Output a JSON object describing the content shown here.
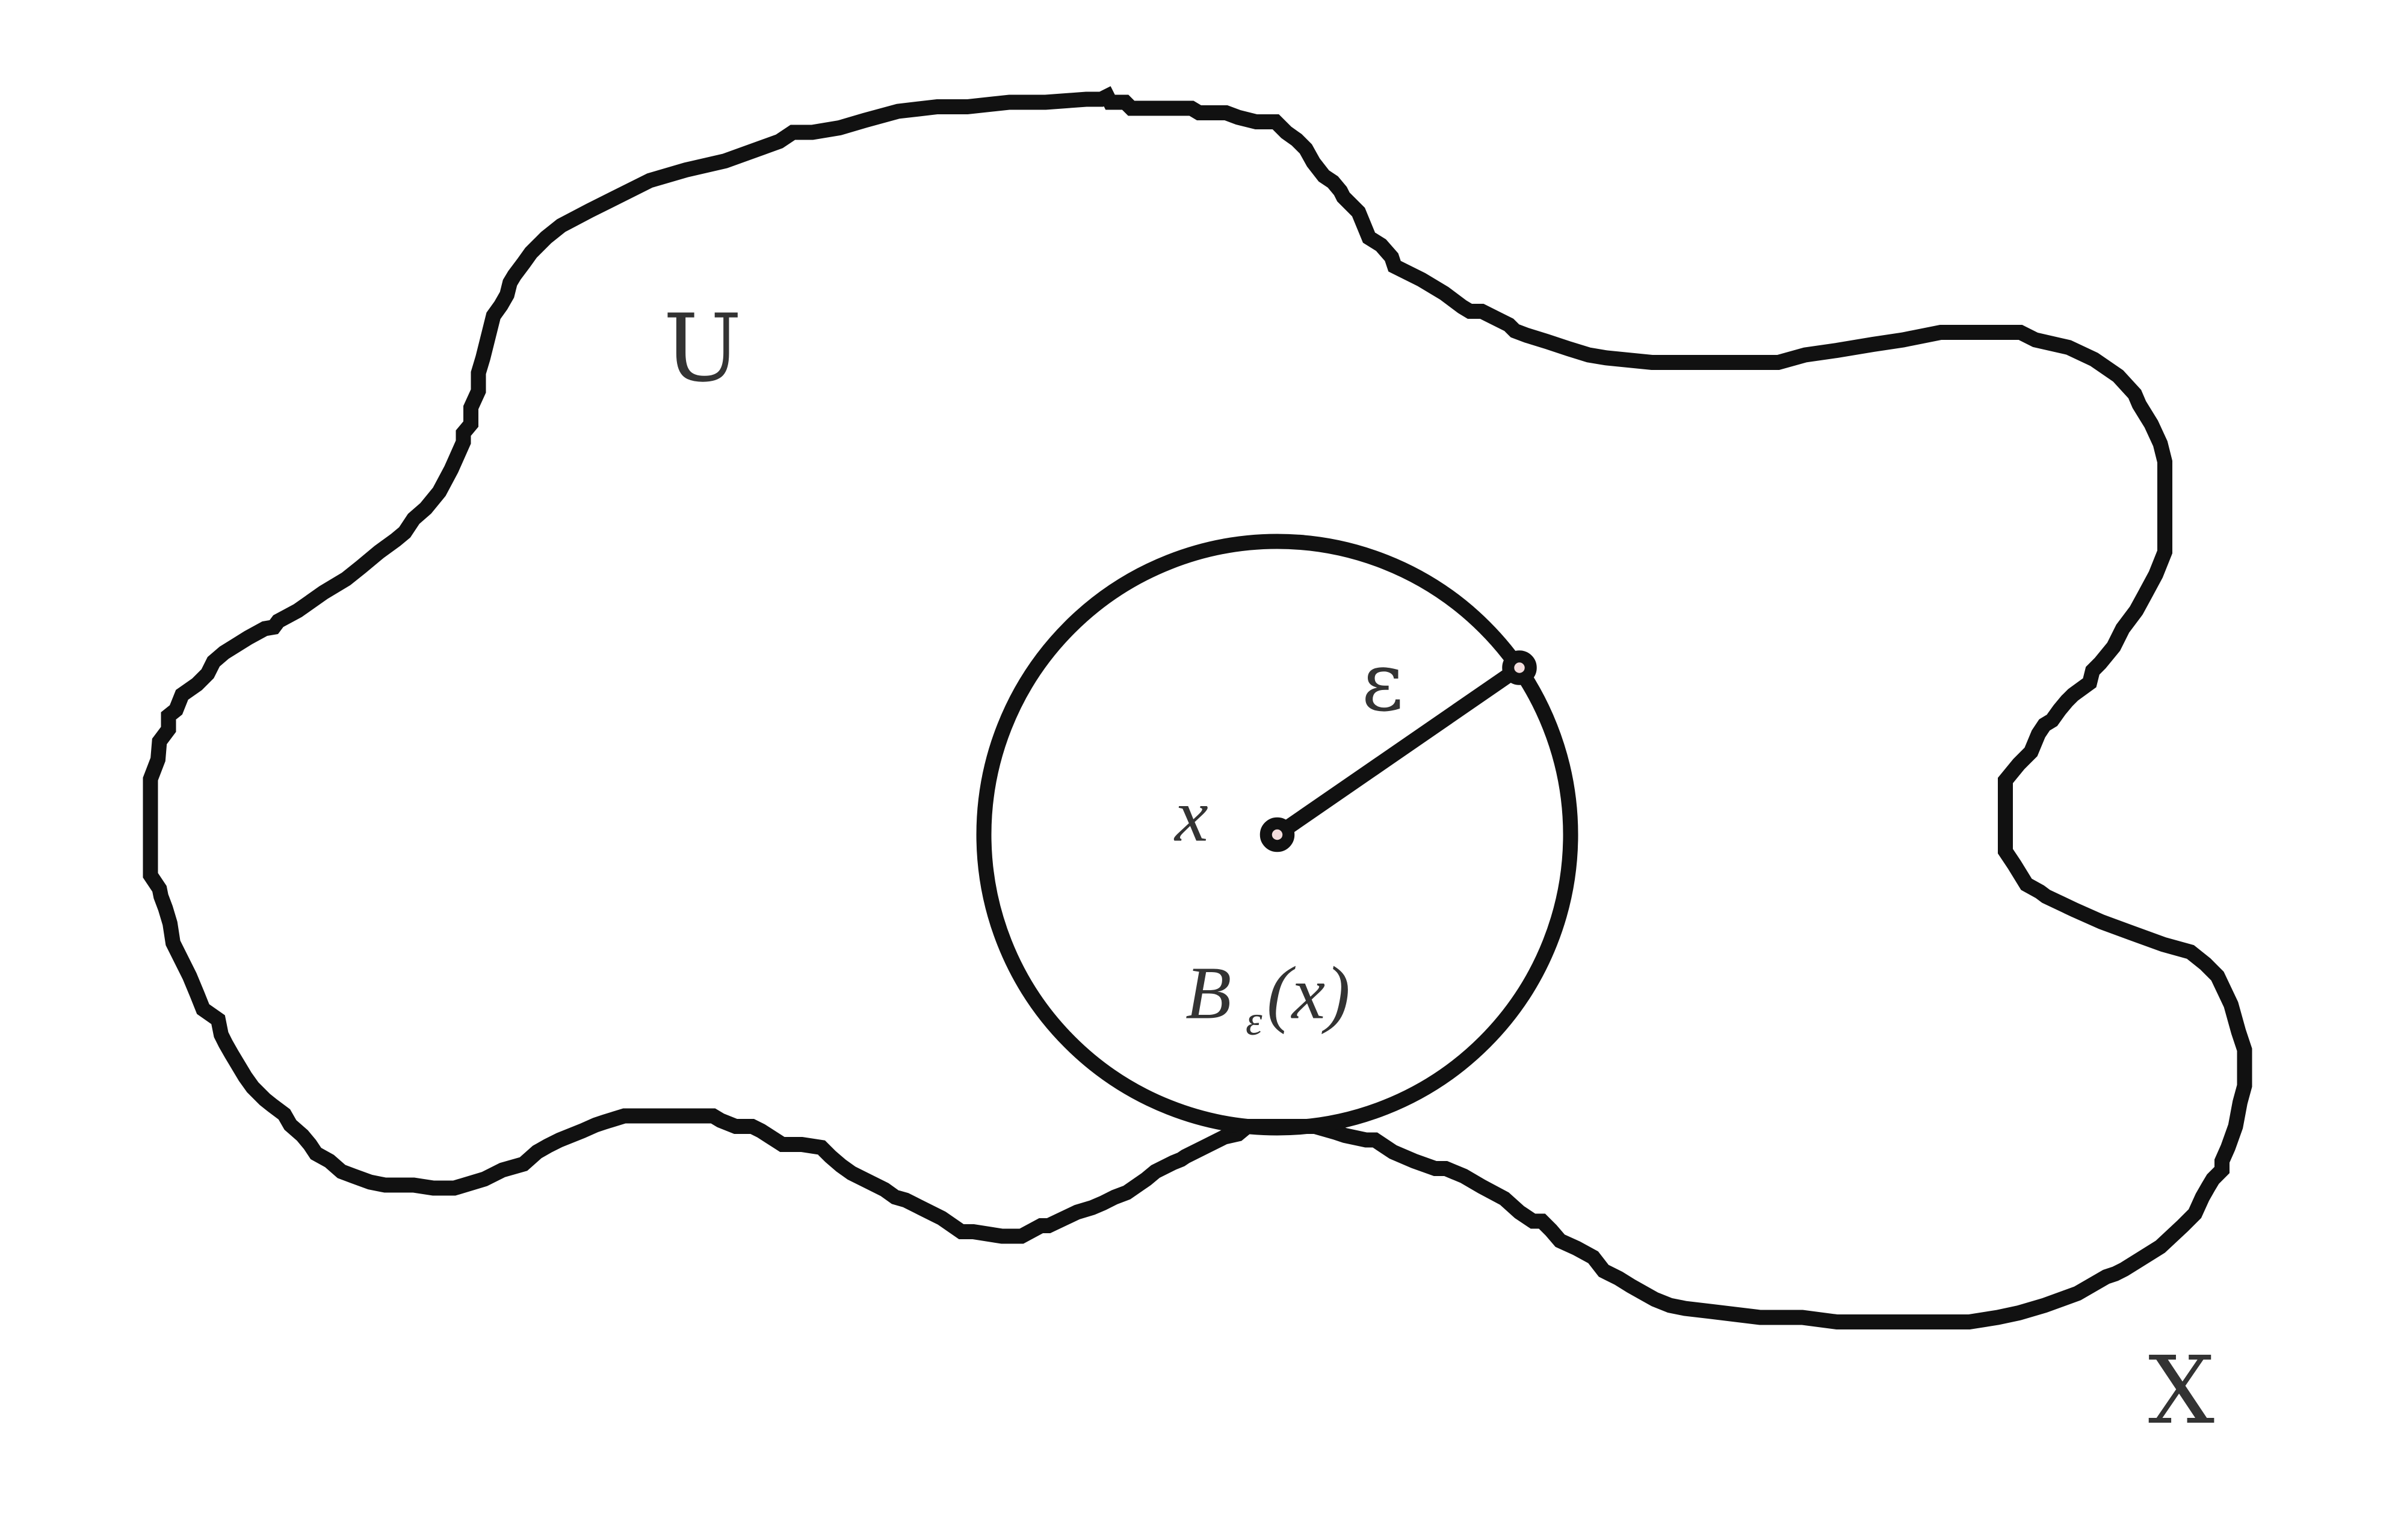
{
  "diagram": {
    "set_label": "U",
    "space_label": "X",
    "center_label": "x",
    "radius_label": "ε",
    "ball_label": {
      "symbol": "B",
      "subscript": "ε",
      "argument": "(x)"
    }
  },
  "colors": {
    "outline": "#111111",
    "text": "#333333",
    "point_fill": "#f4dede",
    "background": "#ffffff"
  }
}
